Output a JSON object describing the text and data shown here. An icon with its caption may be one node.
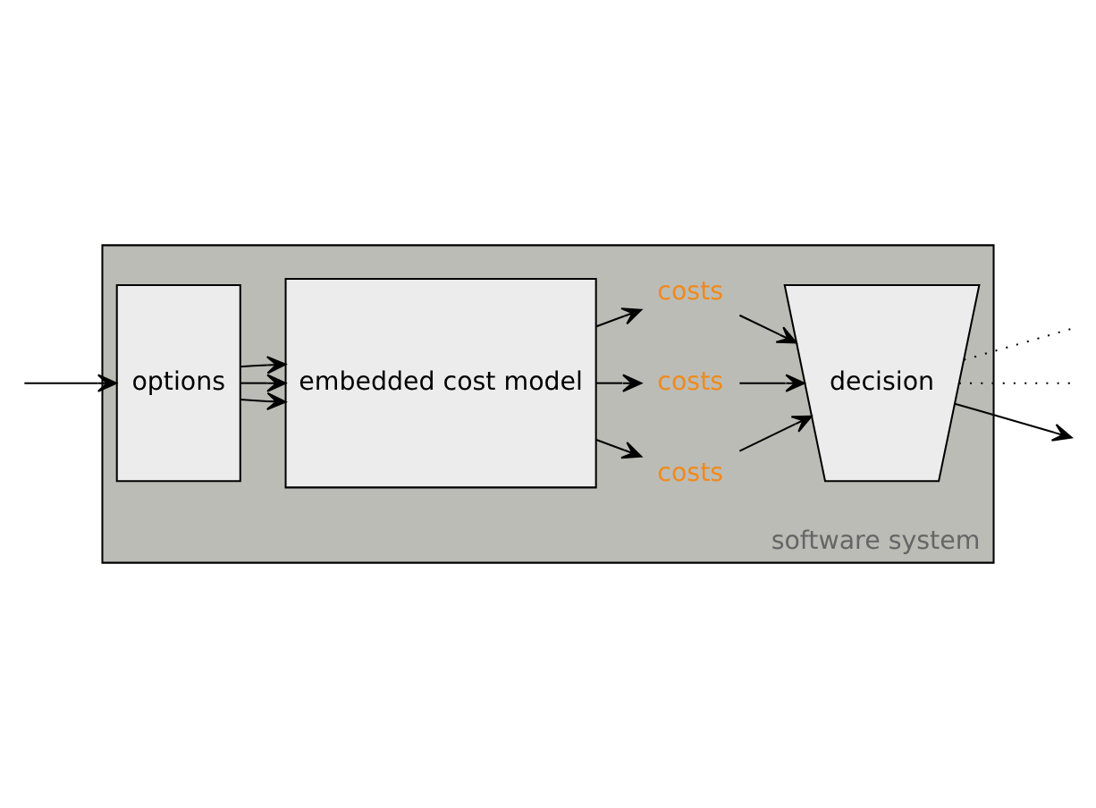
{
  "diagram": {
    "nodes": [
      {
        "text": [
          "software system"
        ]
      },
      {
        "text": [
          "options"
        ],
        "in": 0
      },
      {
        "text": [
          "embedded cost model"
        ],
        "in": 0
      },
      {
        "text": [
          "costs"
        ],
        "in": 0
      },
      {
        "text": [
          "costs"
        ],
        "in": 0
      },
      {
        "text": [
          "costs"
        ],
        "in": 0
      },
      {
        "text": [
          "decision"
        ],
        "in": 0
      }
    ],
    "edges": [
      {
        "from": null,
        "to": 1,
        "arrow": "to"
      },
      {
        "from": 1,
        "to": 2,
        "arrow": "to"
      },
      {
        "from": 1,
        "to": 2,
        "arrow": "to"
      },
      {
        "from": 1,
        "to": 2,
        "arrow": "to"
      },
      {
        "from": 2,
        "to": 3,
        "arrow": "to"
      },
      {
        "from": 2,
        "to": 4,
        "arrow": "to"
      },
      {
        "from": 2,
        "to": 5,
        "arrow": "to"
      },
      {
        "from": 3,
        "to": 6,
        "arrow": "to"
      },
      {
        "from": 4,
        "to": 6,
        "arrow": "to"
      },
      {
        "from": 5,
        "to": 6,
        "arrow": "to"
      },
      {
        "from": 6,
        "to": null,
        "arrow": "none",
        "style": "dashed"
      },
      {
        "from": 6,
        "to": null,
        "arrow": "none",
        "style": "dashed"
      },
      {
        "from": 6,
        "to": null,
        "arrow": "to"
      }
    ]
  }
}
